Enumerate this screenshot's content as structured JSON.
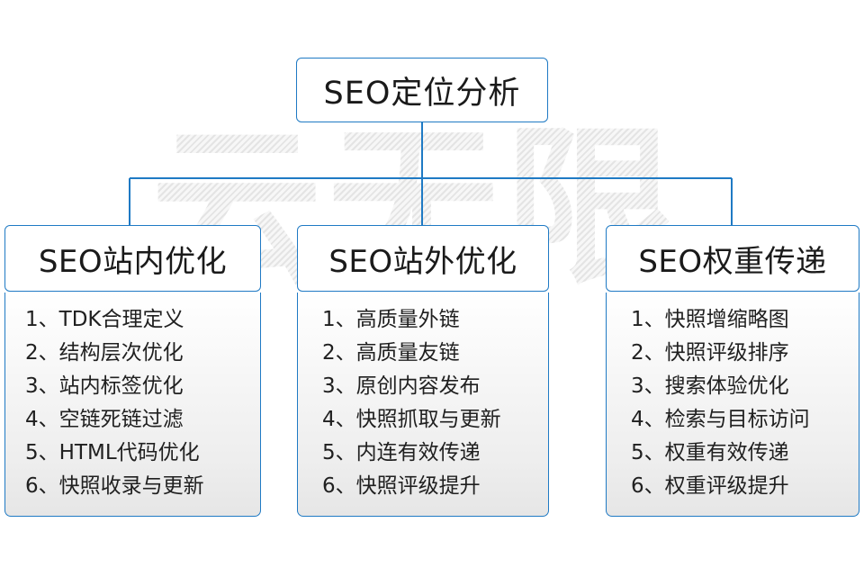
{
  "watermark": {
    "text": "云无限"
  },
  "diagram": {
    "root": {
      "title": "SEO定位分析"
    },
    "branches": [
      {
        "title": "SEO站内优化",
        "items": [
          {
            "num": "1、",
            "text": "TDK合理定义"
          },
          {
            "num": "2、",
            "text": "结构层次优化"
          },
          {
            "num": "3、",
            "text": "站内标签优化"
          },
          {
            "num": "4、",
            "text": "空链死链过滤"
          },
          {
            "num": "5、",
            "text": "HTML代码优化"
          },
          {
            "num": "6、",
            "text": "快照收录与更新"
          }
        ]
      },
      {
        "title": "SEO站外优化",
        "items": [
          {
            "num": "1、",
            "text": "高质量外链"
          },
          {
            "num": "2、",
            "text": "高质量友链"
          },
          {
            "num": "3、",
            "text": "原创内容发布"
          },
          {
            "num": "4、",
            "text": "快照抓取与更新"
          },
          {
            "num": "5、",
            "text": "内连有效传递"
          },
          {
            "num": "6、",
            "text": "快照评级提升"
          }
        ]
      },
      {
        "title": "SEO权重传递",
        "items": [
          {
            "num": "1、",
            "text": "快照增缩略图"
          },
          {
            "num": "2、",
            "text": "快照评级排序"
          },
          {
            "num": "3、",
            "text": "搜索体验优化"
          },
          {
            "num": "4、",
            "text": "检索与目标访问"
          },
          {
            "num": "5、",
            "text": "权重有效传递"
          },
          {
            "num": "6、",
            "text": "权重评级提升"
          }
        ]
      }
    ]
  },
  "style": {
    "border_color": "#1f7ac4",
    "connector_color": "#1f7ac4",
    "text_color": "#1a1a1a",
    "background": "#ffffff",
    "watermark_color": "#e9e9e9"
  }
}
